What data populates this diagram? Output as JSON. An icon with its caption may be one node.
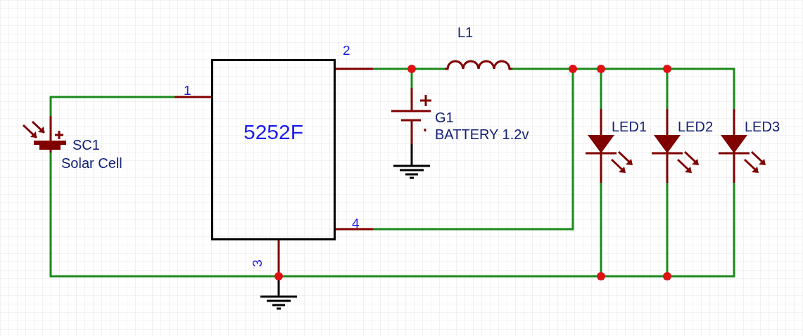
{
  "diagram": {
    "nodes": [
      {
        "text": [
          "5252F"
        ]
      }
    ],
    "labels": [
      "L1",
      "2",
      "1",
      "G1",
      "LED1",
      "LED2",
      "LED3",
      "SC1",
      "BATTERY 1.2v",
      "Solar Cell",
      "4",
      "3"
    ]
  }
}
